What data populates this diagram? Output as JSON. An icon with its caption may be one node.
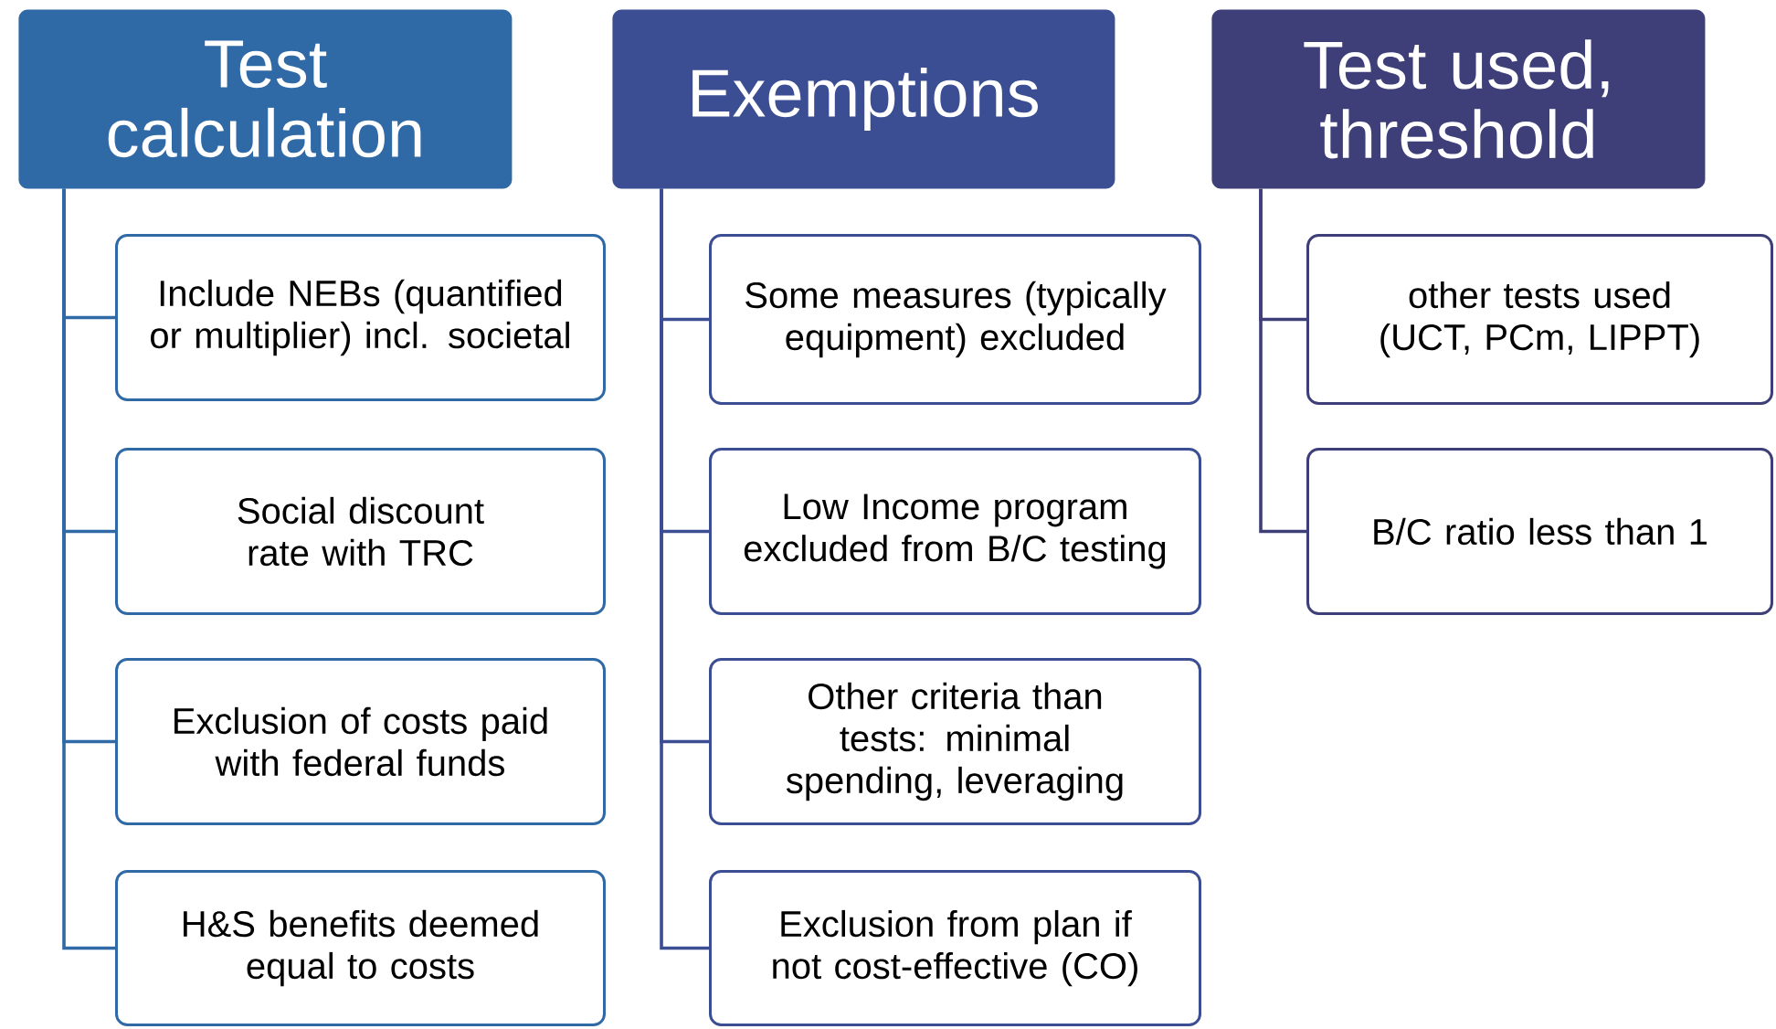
{
  "diagram": {
    "nodes": [
      {
        "text": [
          "Test calculation"
        ]
      },
      {
        "text": [
          "Include NEBs (quantified or multiplier) incl. societal"
        ]
      },
      {
        "text": [
          "Social discount rate with TRC"
        ]
      },
      {
        "text": [
          "Exclusion of costs paid with federal funds"
        ]
      },
      {
        "text": [
          "H&S benefits deemed equal to costs"
        ]
      },
      {
        "text": [
          "Exemptions"
        ]
      },
      {
        "text": [
          "Some measures (typically equipment) excluded"
        ]
      },
      {
        "text": [
          "Low Income program excluded from B/C testing"
        ]
      },
      {
        "text": [
          "Other criteria than tests: minimal spending, leveraging"
        ]
      },
      {
        "text": [
          "Exclusion from plan if not cost-effective (CO)"
        ]
      },
      {
        "text": [
          "Test used, threshold"
        ]
      },
      {
        "text": [
          "other tests used (UCT, PCm, LIPPT)"
        ]
      },
      {
        "text": [
          "B/C ratio less than 1"
        ]
      }
    ],
    "edges": [
      {
        "from": 0,
        "to": 1,
        "arrow": "none"
      },
      {
        "from": 0,
        "to": 2,
        "arrow": "none"
      },
      {
        "from": 0,
        "to": 3,
        "arrow": "none"
      },
      {
        "from": 0,
        "to": 4,
        "arrow": "none"
      },
      {
        "from": 5,
        "to": 6,
        "arrow": "none"
      },
      {
        "from": 5,
        "to": 7,
        "arrow": "none"
      },
      {
        "from": 5,
        "to": 8,
        "arrow": "none"
      },
      {
        "from": 5,
        "to": 9,
        "arrow": "none"
      },
      {
        "from": 10,
        "to": 11,
        "arrow": "none"
      },
      {
        "from": 10,
        "to": 12,
        "arrow": "none"
      }
    ]
  }
}
